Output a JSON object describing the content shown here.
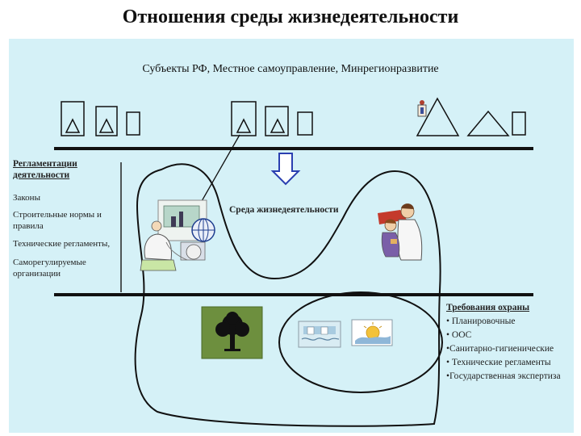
{
  "title": "Отношения среды жизнедеятельности",
  "subtitle": "Субъекты РФ,  Местное самоуправление, Минрегионразвитие",
  "regulation": {
    "heading": "Регламентации деятельности",
    "items": [
      "Законы",
      "Строительные нормы и правила",
      "Технические регламенты,",
      "Саморегулируемые организации"
    ]
  },
  "center_label": "Среда жизнедеятельности",
  "requirements": {
    "heading": "Требования охраны",
    "items": [
      "• Планировочные",
      "• ООС",
      "•Санитарно-гигиенические",
      "• Технические регламенты",
      "•Государственная экспертиза"
    ]
  },
  "colors": {
    "panel": "#d5f1f7",
    "line": "#111111",
    "tree_box": "#6d8f3e"
  }
}
